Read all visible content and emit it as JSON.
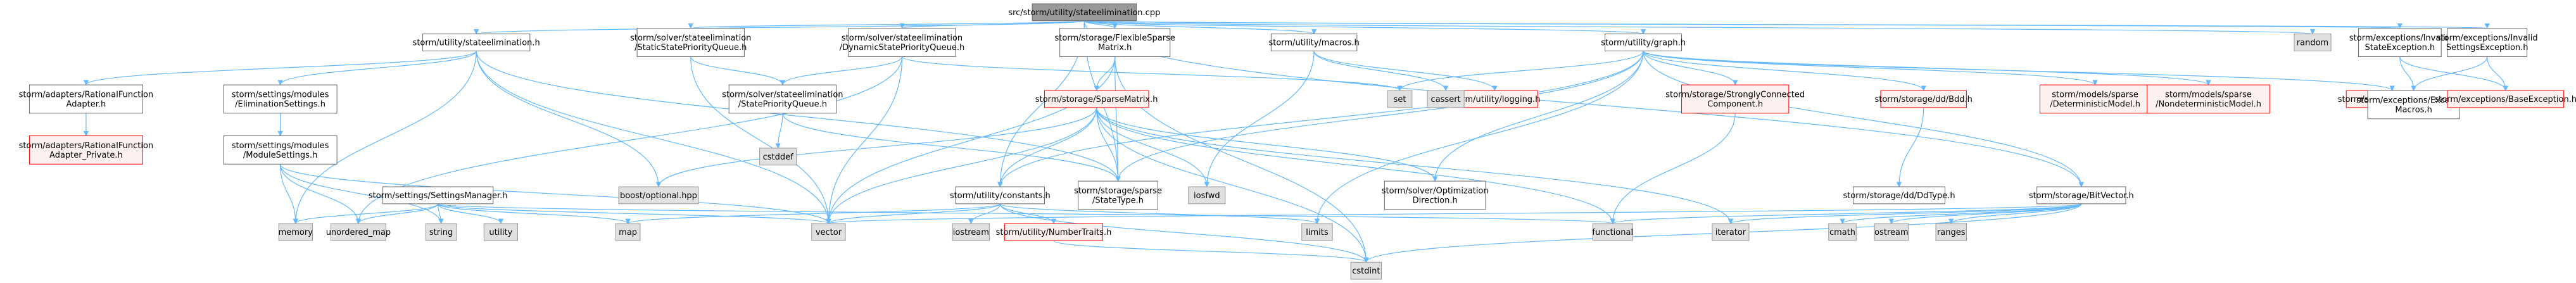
{
  "title": "src/storm/utility/stateelimination.cpp",
  "colors": {
    "root_fill": "#999999",
    "node_fill": "#ffffff",
    "node_stroke": "#666666",
    "missing_fill": "#e0e0e0",
    "missing_stroke": "#999999",
    "red_stroke": "#ff0000",
    "red_fill": "#fff0f0",
    "edge": "#63b8ff"
  },
  "nodes": [
    {
      "id": "root",
      "lines": [
        "src/storm/utility/stateelimination.cpp"
      ],
      "kind": "root"
    },
    {
      "id": "u_se",
      "lines": [
        "storm/utility/stateelimination.h"
      ],
      "kind": "normal"
    },
    {
      "id": "adapter",
      "lines": [
        "storm/adapters/RationalFunction",
        "Adapter.h"
      ],
      "kind": "normal"
    },
    {
      "id": "adapter_priv",
      "lines": [
        "storm/adapters/RationalFunction",
        "Adapter_Private.h"
      ],
      "kind": "red"
    },
    {
      "id": "elimset",
      "lines": [
        "storm/settings/modules",
        "/EliminationSettings.h"
      ],
      "kind": "normal"
    },
    {
      "id": "modset",
      "lines": [
        "storm/settings/modules",
        "/ModuleSettings.h"
      ],
      "kind": "normal"
    },
    {
      "id": "setmgr",
      "lines": [
        "storm/settings/SettingsManager.h"
      ],
      "kind": "normal"
    },
    {
      "id": "static_q",
      "lines": [
        "storm/solver/stateelimination",
        "/StaticStatePriorityQueue.h"
      ],
      "kind": "normal"
    },
    {
      "id": "dyn_q",
      "lines": [
        "storm/solver/stateelimination",
        "/DynamicStatePriorityQueue.h"
      ],
      "kind": "normal"
    },
    {
      "id": "sp_q",
      "lines": [
        "storm/solver/stateelimination",
        "/StatePriorityQueue.h"
      ],
      "kind": "normal"
    },
    {
      "id": "flex",
      "lines": [
        "storm/storage/FlexibleSparse",
        "Matrix.h"
      ],
      "kind": "normal"
    },
    {
      "id": "sparse",
      "lines": [
        "storm/storage/SparseMatrix.h"
      ],
      "kind": "red"
    },
    {
      "id": "macros",
      "lines": [
        "storm/utility/macros.h"
      ],
      "kind": "normal"
    },
    {
      "id": "logging",
      "lines": [
        "storm/utility/logging.h"
      ],
      "kind": "red"
    },
    {
      "id": "graph",
      "lines": [
        "storm/utility/graph.h"
      ],
      "kind": "normal"
    },
    {
      "id": "scc",
      "lines": [
        "storm/storage/StronglyConnected",
        "Component.h"
      ],
      "kind": "red"
    },
    {
      "id": "bdd",
      "lines": [
        "storm/storage/dd/Bdd.h"
      ],
      "kind": "red"
    },
    {
      "id": "detmodel",
      "lines": [
        "storm/models/sparse",
        "/DeterministicModel.h"
      ],
      "kind": "red"
    },
    {
      "id": "nondetmodel",
      "lines": [
        "storm/models/sparse",
        "/NondeterministicModel.h"
      ],
      "kind": "red"
    },
    {
      "id": "sched",
      "lines": [
        "storm/storage/Scheduler.h"
      ],
      "kind": "red"
    },
    {
      "id": "constants",
      "lines": [
        "storm/utility/constants.h"
      ],
      "kind": "normal"
    },
    {
      "id": "numtraits",
      "lines": [
        "storm/utility/NumberTraits.h"
      ],
      "kind": "red"
    },
    {
      "id": "statetype",
      "lines": [
        "storm/storage/sparse",
        "/StateType.h"
      ],
      "kind": "normal"
    },
    {
      "id": "optdir",
      "lines": [
        "storm/solver/Optimization",
        "Direction.h"
      ],
      "kind": "normal"
    },
    {
      "id": "ddtype",
      "lines": [
        "storm/storage/dd/DdType.h"
      ],
      "kind": "normal"
    },
    {
      "id": "bitvec",
      "lines": [
        "storm/storage/BitVector.h"
      ],
      "kind": "normal"
    },
    {
      "id": "exc_inv_state",
      "lines": [
        "storm/exceptions/Invalid",
        "StateException.h"
      ],
      "kind": "normal"
    },
    {
      "id": "exc_inv_set",
      "lines": [
        "storm/exceptions/Invalid",
        "SettingsException.h"
      ],
      "kind": "normal"
    },
    {
      "id": "exc_macros",
      "lines": [
        "storm/exceptions/Exception",
        "Macros.h"
      ],
      "kind": "normal"
    },
    {
      "id": "exc_base",
      "lines": [
        "storm/exceptions/BaseException.h"
      ],
      "kind": "red"
    },
    {
      "id": "random",
      "lines": [
        "random"
      ],
      "kind": "missing"
    },
    {
      "id": "set",
      "lines": [
        "set"
      ],
      "kind": "missing"
    },
    {
      "id": "cassert",
      "lines": [
        "cassert"
      ],
      "kind": "missing"
    },
    {
      "id": "cstddef",
      "lines": [
        "cstddef"
      ],
      "kind": "missing"
    },
    {
      "id": "boostopt",
      "lines": [
        "boost/optional.hpp"
      ],
      "kind": "missing"
    },
    {
      "id": "iosfwd",
      "lines": [
        "iosfwd"
      ],
      "kind": "missing"
    },
    {
      "id": "memory",
      "lines": [
        "memory"
      ],
      "kind": "missing"
    },
    {
      "id": "unordered_map",
      "lines": [
        "unordered_map"
      ],
      "kind": "missing"
    },
    {
      "id": "string",
      "lines": [
        "string"
      ],
      "kind": "missing"
    },
    {
      "id": "utility",
      "lines": [
        "utility"
      ],
      "kind": "missing"
    },
    {
      "id": "map",
      "lines": [
        "map"
      ],
      "kind": "missing"
    },
    {
      "id": "vector",
      "lines": [
        "vector"
      ],
      "kind": "missing"
    },
    {
      "id": "iostream",
      "lines": [
        "iostream"
      ],
      "kind": "missing"
    },
    {
      "id": "limits",
      "lines": [
        "limits"
      ],
      "kind": "missing"
    },
    {
      "id": "cstdint",
      "lines": [
        "cstdint"
      ],
      "kind": "missing"
    },
    {
      "id": "functional",
      "lines": [
        "functional"
      ],
      "kind": "missing"
    },
    {
      "id": "iterator",
      "lines": [
        "iterator"
      ],
      "kind": "missing"
    },
    {
      "id": "cmath",
      "lines": [
        "cmath"
      ],
      "kind": "missing"
    },
    {
      "id": "ostream",
      "lines": [
        "ostream"
      ],
      "kind": "missing"
    },
    {
      "id": "ranges",
      "lines": [
        "ranges"
      ],
      "kind": "missing"
    }
  ],
  "edges": [
    [
      "root",
      "u_se"
    ],
    [
      "root",
      "static_q"
    ],
    [
      "root",
      "dyn_q"
    ],
    [
      "root",
      "flex"
    ],
    [
      "root",
      "macros"
    ],
    [
      "root",
      "graph"
    ],
    [
      "root",
      "constants"
    ],
    [
      "root",
      "statetype"
    ],
    [
      "root",
      "exc_inv_state"
    ],
    [
      "root",
      "exc_inv_set"
    ],
    [
      "root",
      "random"
    ],
    [
      "root",
      "bitvec"
    ],
    [
      "u_se",
      "adapter"
    ],
    [
      "u_se",
      "elimset"
    ],
    [
      "u_se",
      "boostopt"
    ],
    [
      "u_se",
      "statetype"
    ],
    [
      "u_se",
      "memory"
    ],
    [
      "u_se",
      "vector"
    ],
    [
      "adapter",
      "adapter_priv"
    ],
    [
      "elimset",
      "modset"
    ],
    [
      "modset",
      "memory"
    ],
    [
      "modset",
      "unordered_map"
    ],
    [
      "modset",
      "string"
    ],
    [
      "modset",
      "vector"
    ],
    [
      "setmgr",
      "unordered_map"
    ],
    [
      "setmgr",
      "utility"
    ],
    [
      "setmgr",
      "string"
    ],
    [
      "setmgr",
      "map"
    ],
    [
      "setmgr",
      "vector"
    ],
    [
      "setmgr",
      "memory"
    ],
    [
      "setmgr",
      "functional"
    ],
    [
      "static_q",
      "sp_q"
    ],
    [
      "static_q",
      "vector"
    ],
    [
      "dyn_q",
      "sp_q"
    ],
    [
      "dyn_q",
      "vector"
    ],
    [
      "dyn_q",
      "unordered_map"
    ],
    [
      "dyn_q",
      "set"
    ],
    [
      "sp_q",
      "cstddef"
    ],
    [
      "sp_q",
      "statetype"
    ],
    [
      "flex",
      "sparse"
    ],
    [
      "flex",
      "statetype"
    ],
    [
      "flex",
      "vector"
    ],
    [
      "flex",
      "cstdint"
    ],
    [
      "sparse",
      "boostopt"
    ],
    [
      "sparse",
      "iosfwd"
    ],
    [
      "sparse",
      "vector"
    ],
    [
      "sparse",
      "cstdint"
    ],
    [
      "sparse",
      "iterator"
    ],
    [
      "sparse",
      "constants"
    ],
    [
      "sparse",
      "statetype"
    ],
    [
      "sparse",
      "optdir"
    ],
    [
      "sparse",
      "functional"
    ],
    [
      "macros",
      "cassert"
    ],
    [
      "macros",
      "logging"
    ],
    [
      "macros",
      "iosfwd"
    ],
    [
      "graph",
      "set"
    ],
    [
      "graph",
      "limits"
    ],
    [
      "graph",
      "scc"
    ],
    [
      "graph",
      "bdd"
    ],
    [
      "graph",
      "detmodel"
    ],
    [
      "graph",
      "nondetmodel"
    ],
    [
      "graph",
      "sched"
    ],
    [
      "graph",
      "optdir"
    ],
    [
      "graph",
      "constants"
    ],
    [
      "graph",
      "bitvec"
    ],
    [
      "graph",
      "statetype"
    ],
    [
      "constants",
      "vector"
    ],
    [
      "constants",
      "map"
    ],
    [
      "constants",
      "iostream"
    ],
    [
      "constants",
      "limits"
    ],
    [
      "constants",
      "cstdint"
    ],
    [
      "constants",
      "numtraits"
    ],
    [
      "numtraits",
      "cstdint"
    ],
    [
      "scc",
      "functional"
    ],
    [
      "bdd",
      "ddtype"
    ],
    [
      "bitvec",
      "cstdint"
    ],
    [
      "bitvec",
      "ostream"
    ],
    [
      "bitvec",
      "vector"
    ],
    [
      "bitvec",
      "iterator"
    ],
    [
      "bitvec",
      "functional"
    ],
    [
      "bitvec",
      "cmath"
    ],
    [
      "bitvec",
      "ranges"
    ],
    [
      "exc_inv_state",
      "exc_macros"
    ],
    [
      "exc_inv_state",
      "exc_base"
    ],
    [
      "exc_inv_set",
      "exc_macros"
    ],
    [
      "exc_inv_set",
      "exc_base"
    ]
  ]
}
